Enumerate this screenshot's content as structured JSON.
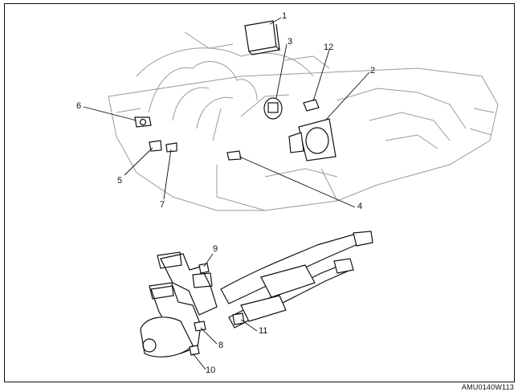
{
  "diagram": {
    "callouts": [
      "1",
      "2",
      "3",
      "4",
      "5",
      "6",
      "7",
      "8",
      "9",
      "10",
      "11",
      "12"
    ],
    "figure_code": "AMU0140W113"
  },
  "colors": {
    "line": "#111111",
    "light_line": "#9a9a9a",
    "background": "#ffffff"
  }
}
